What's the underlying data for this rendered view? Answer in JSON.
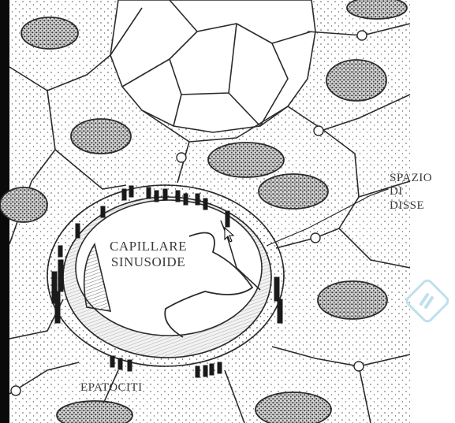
{
  "figure": {
    "labels": {
      "capillare_line1": "CAPILLARE",
      "capillare_line2": "SINUSOIDE",
      "spazio_line1": "SPAZIO",
      "spazio_line2": "DI",
      "spazio_line3": "DISSE",
      "epatociti": "EPATOCITI"
    },
    "colors": {
      "ink": "#2b2b2b",
      "border_left": "#0a0a0a",
      "nucleus_fill": "#cfcfcf",
      "watermark": "#bfe0ee"
    },
    "icons": [
      "mouse-pointer-icon",
      "watermark-logo"
    ]
  }
}
